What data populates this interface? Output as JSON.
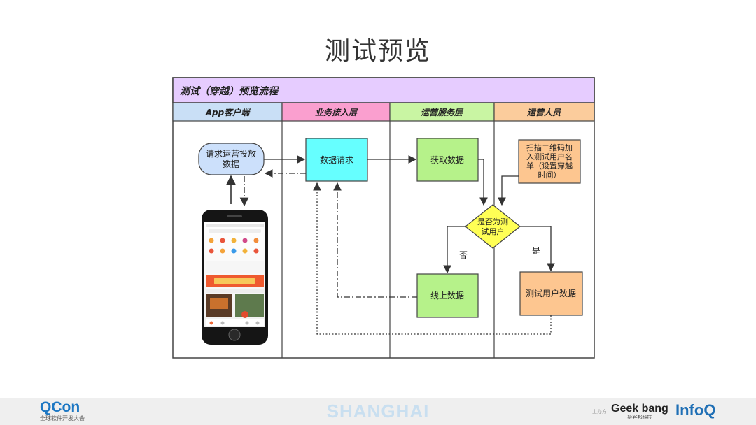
{
  "slide": {
    "title": "测试预览"
  },
  "diagram": {
    "header": "测试（穿越）预览流程",
    "lanes": [
      "App客户端",
      "业务接入层",
      "运营服务层",
      "运营人员"
    ],
    "nodes": {
      "request_ad": "请求运营投放\n数据",
      "data_request": "数据请求",
      "fetch_data": "获取数据",
      "scan_qr": "扫描二维码加\n入测试用户名\n单（设置穿越\n时间）",
      "is_test_user": "是否为测\n试用户",
      "online_data": "线上数据",
      "test_user_data": "测试用户数据"
    },
    "edge_labels": {
      "no": "否",
      "yes": "是"
    }
  },
  "footer": {
    "city": "SHANGHAI",
    "qcon": "QCon",
    "qcon_sub": "全球软件开发大会",
    "sponsor_label": "主办方",
    "geekbang": "Geek bang",
    "geekbang_sub": "极客邦科技",
    "infoq": "InfoQ"
  },
  "colors": {
    "title_bar": "#e6ccff",
    "lane_app": "#c9dff6",
    "lane_access": "#fa9fcf",
    "lane_service": "#c9f5a3",
    "lane_ops": "#fbcc9c",
    "node_cyan": "#66ffff",
    "node_green": "#b6f28a",
    "node_orange": "#fdc690",
    "node_blue": "#cce0fb",
    "diamond_yellow": "#ffff55"
  }
}
